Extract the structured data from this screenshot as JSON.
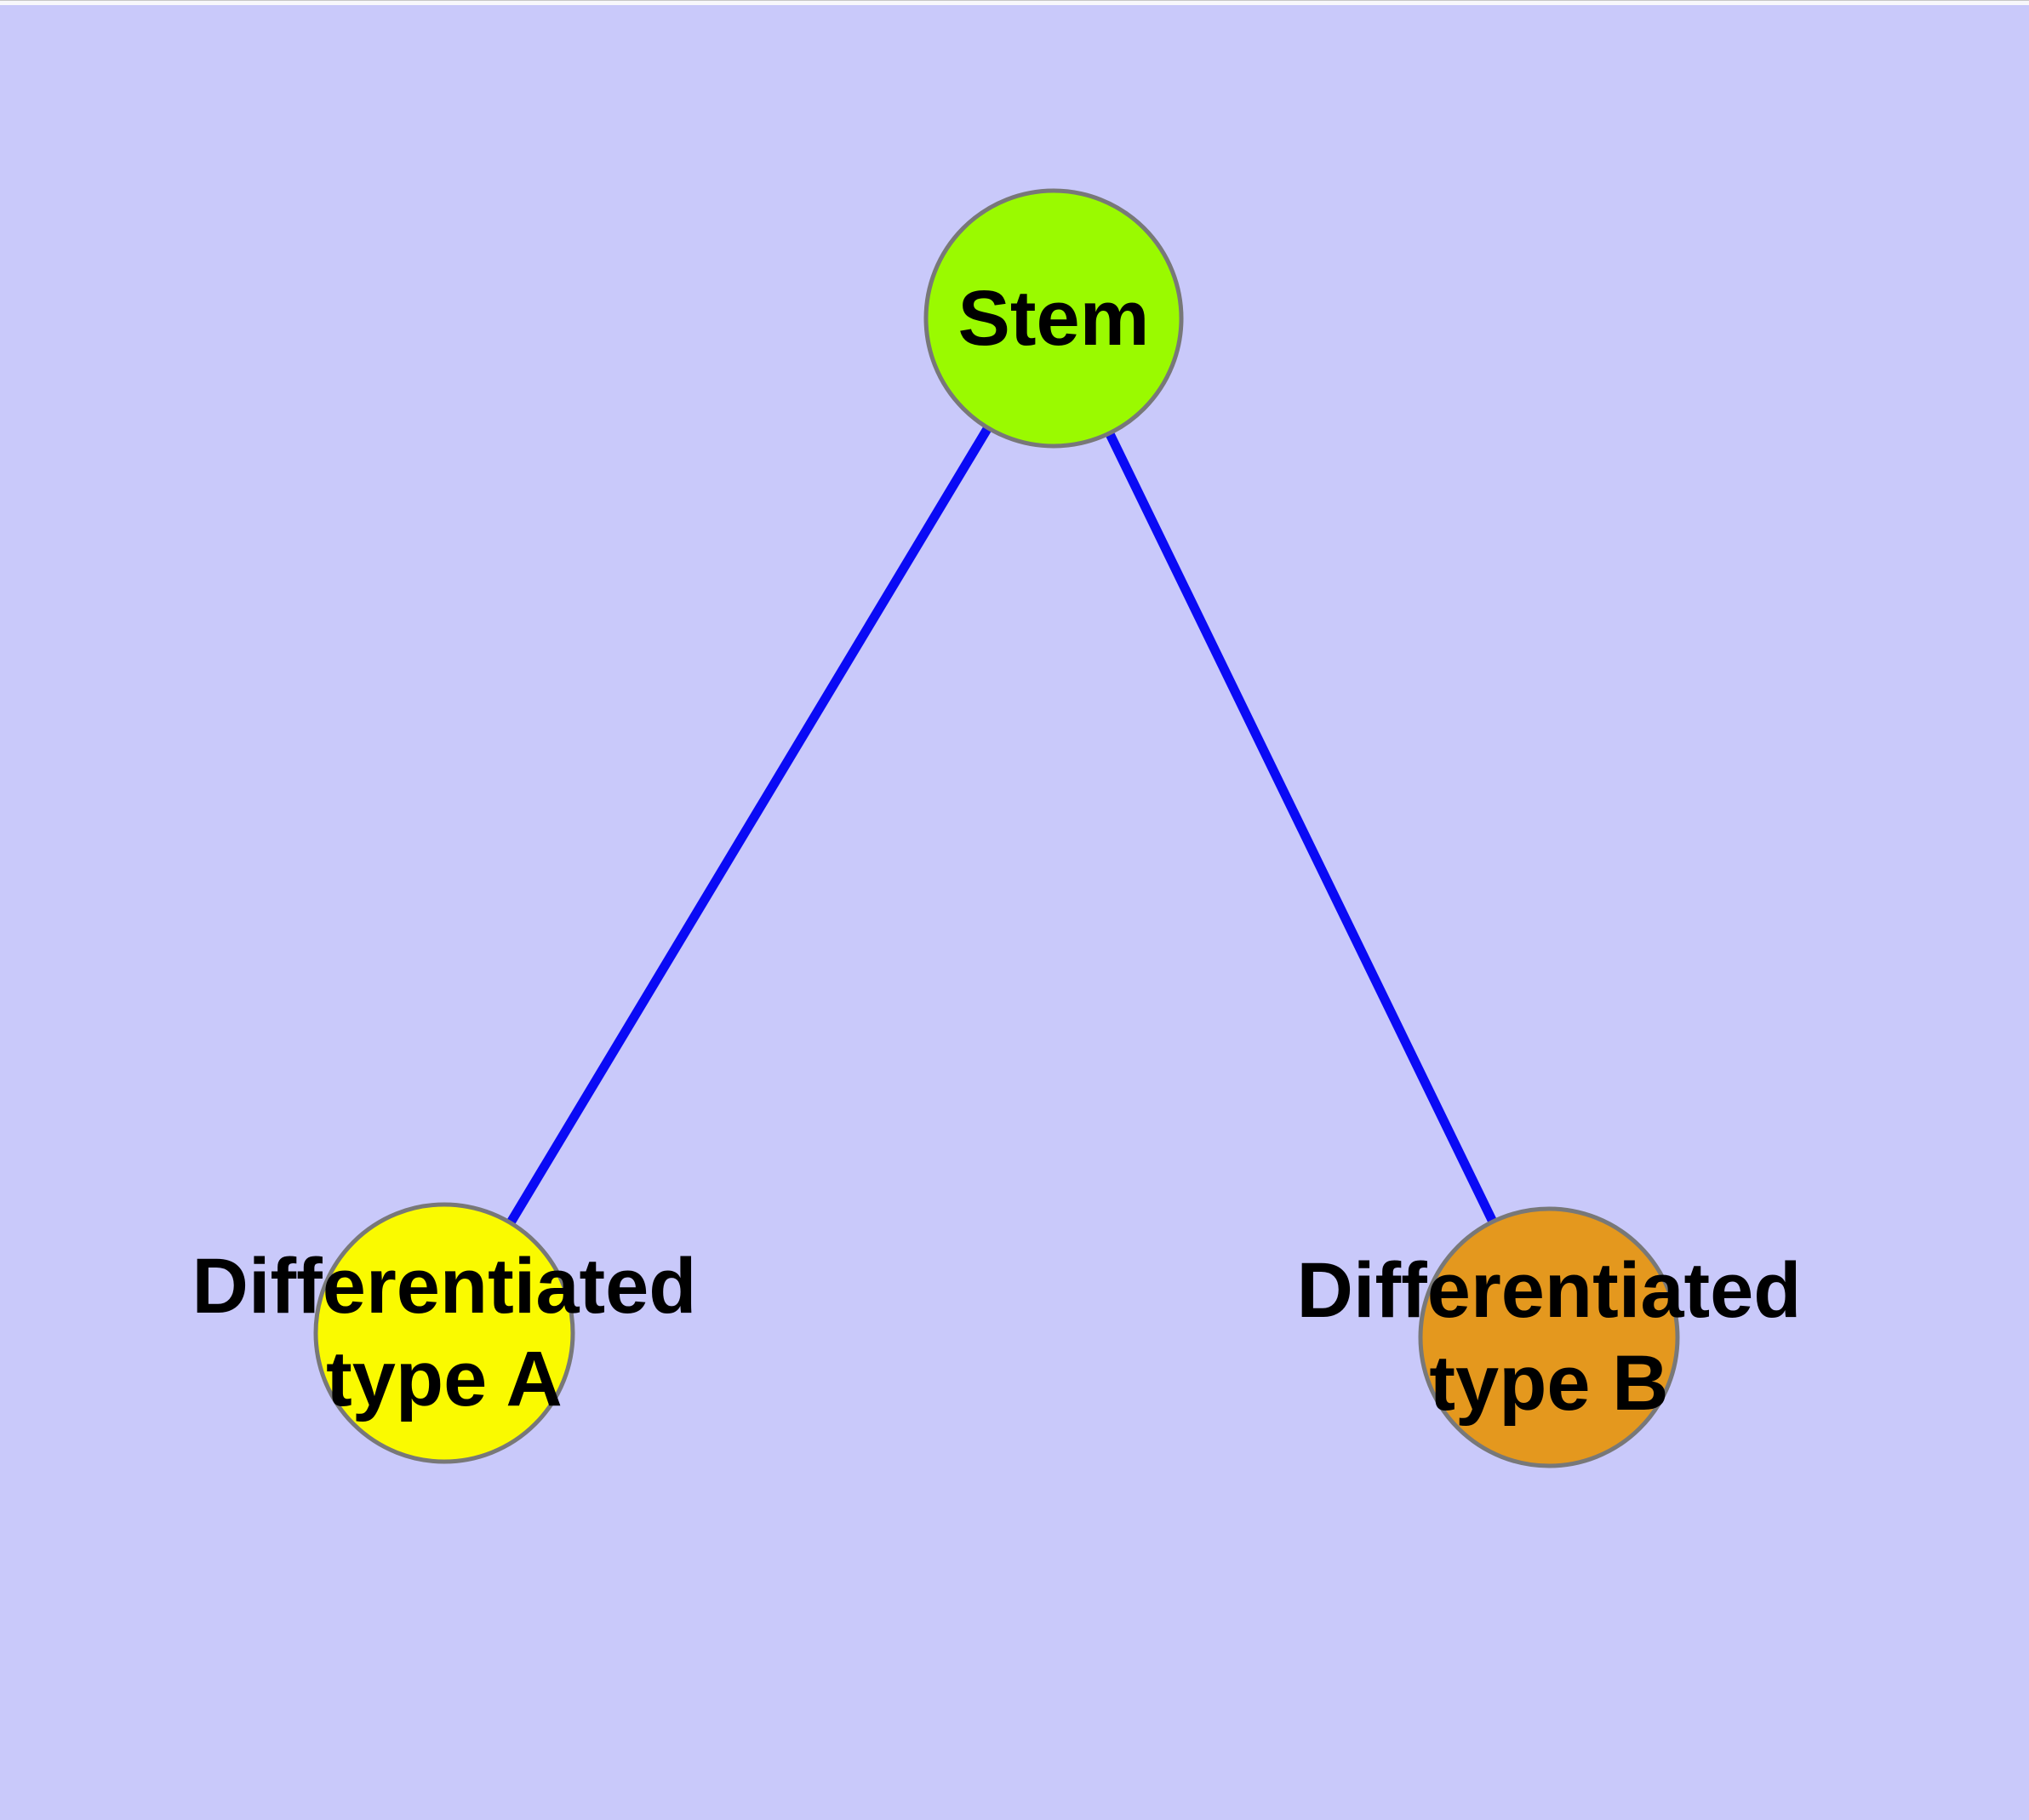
{
  "diagram": {
    "background_color": "#C9C9FA",
    "edge_color": "#0A0AF5",
    "node_border_color": "#787878",
    "label_color": "#000000",
    "nodes": [
      {
        "id": "stem",
        "shape": "circle",
        "color": "#9AFA00",
        "lines": [
          "Stem"
        ]
      },
      {
        "id": "differentiated-type-a",
        "shape": "circle",
        "color": "#FAFA00",
        "lines": [
          "Differentiated",
          "type A"
        ]
      },
      {
        "id": "differentiated-type-b",
        "shape": "circle",
        "color": "#E4981E",
        "lines": [
          "Differentiated",
          "type B"
        ]
      }
    ],
    "edges": [
      {
        "from": "Stem",
        "to": "Differentiated type A"
      },
      {
        "from": "Stem",
        "to": "Differentiated type B"
      }
    ]
  }
}
